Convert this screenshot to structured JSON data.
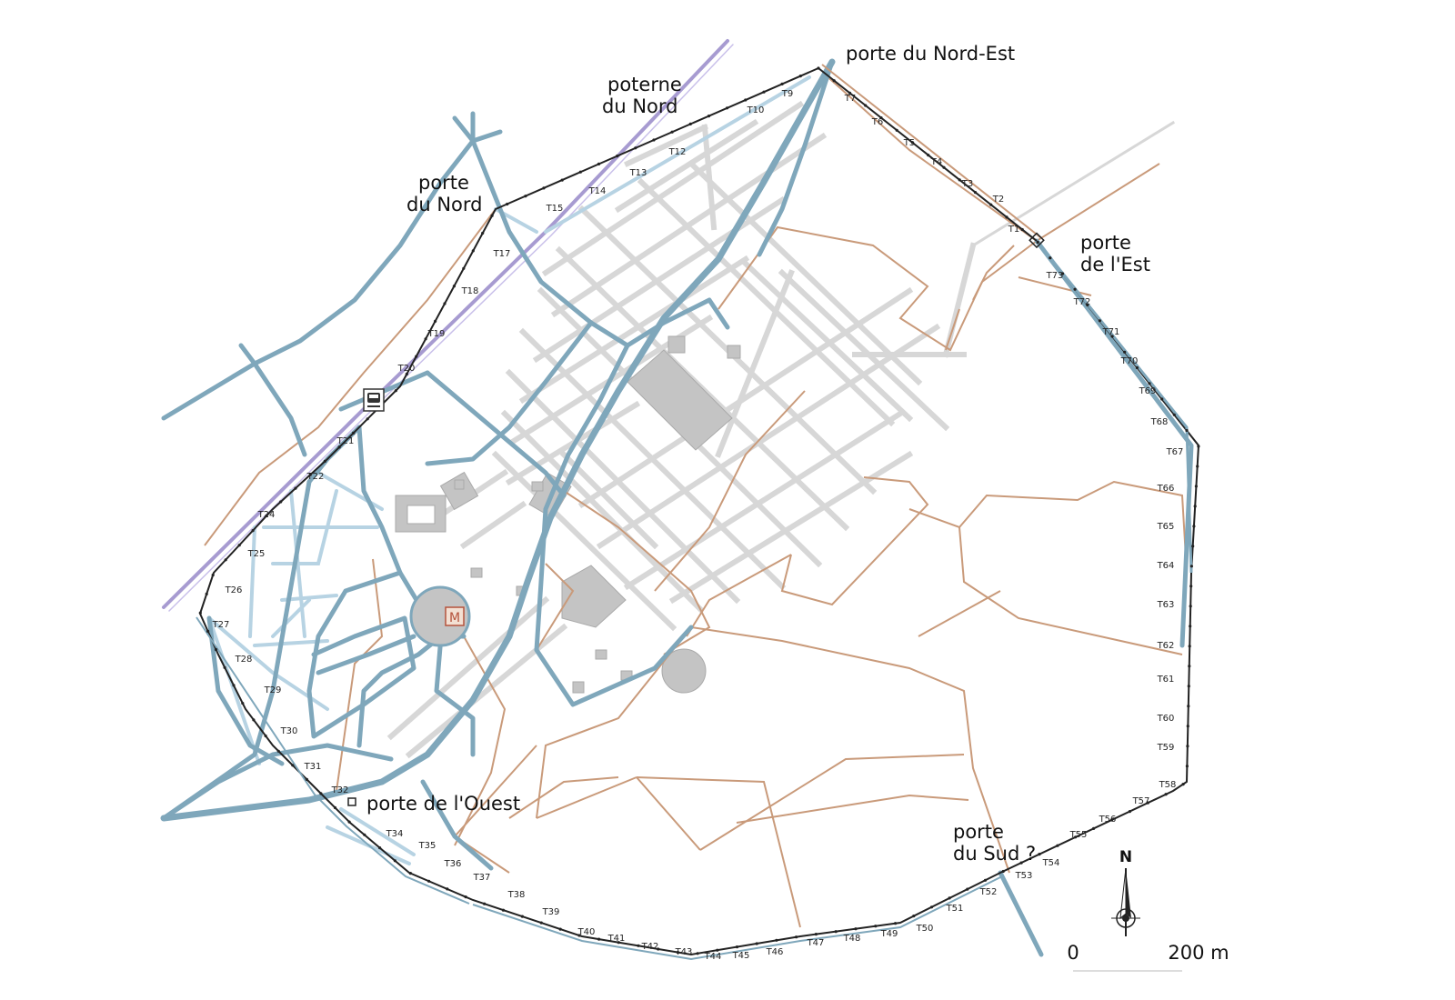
{
  "gates": {
    "nord_est": "porte du Nord-Est",
    "poterne_1": "poterne",
    "poterne_2": "du Nord",
    "nord_1": "porte",
    "nord_2": "du Nord",
    "est_1": "porte",
    "est_2": "de l'Est",
    "ouest": "porte de l'Ouest",
    "sud_1": "porte",
    "sud_2": "du Sud ?"
  },
  "towers": [
    "T1",
    "T2",
    "T3",
    "T4",
    "T5",
    "T6",
    "T7",
    "T9",
    "T10",
    "T12",
    "T13",
    "T14",
    "T15",
    "T17",
    "T18",
    "T19",
    "T20",
    "T21",
    "T22",
    "T24",
    "T25",
    "T26",
    "T27",
    "T28",
    "T29",
    "T30",
    "T31",
    "T32",
    "T34",
    "T35",
    "T36",
    "T37",
    "T38",
    "T39",
    "T40",
    "T41",
    "T42",
    "T43",
    "T44",
    "T45",
    "T46",
    "T47",
    "T48",
    "T49",
    "T50",
    "T51",
    "T52",
    "T53",
    "T54",
    "T55",
    "T56",
    "T57",
    "T58",
    "T59",
    "T60",
    "T61",
    "T62",
    "T63",
    "T64",
    "T65",
    "T66",
    "T67",
    "T68",
    "T69",
    "T70",
    "T71",
    "T72",
    "T73"
  ],
  "markers": {
    "museum": "M"
  },
  "scale": {
    "start": "0",
    "end": "200 m"
  },
  "north": "N",
  "colors": {
    "wall": "#222222",
    "main_road": "#7fa7bb",
    "light_road": "#b7d3e3",
    "path": "#c99a7a",
    "street": "#d7d7d7",
    "building": "#c4c4c4",
    "rail": "#a79bd1"
  }
}
